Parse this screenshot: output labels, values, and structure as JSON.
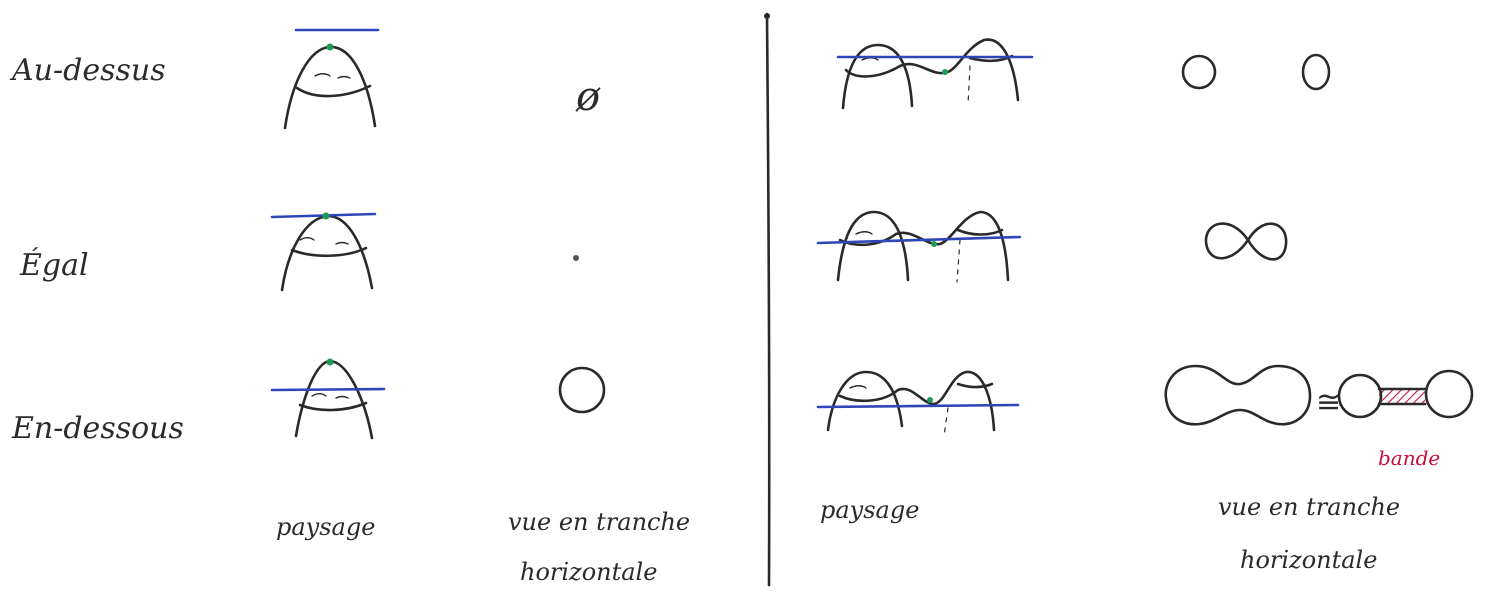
{
  "rows": [
    {
      "label": "Au-dessus",
      "left_slice": "ø"
    },
    {
      "label": "Égal"
    },
    {
      "label": "En-dessous"
    }
  ],
  "left_panel": {
    "col1_label": "paysage",
    "col2_label_line1": "vue en tranche",
    "col2_label_line2": "horizontale"
  },
  "right_panel": {
    "col1_label": "paysage",
    "col2_label_line1": "vue en tranche",
    "col2_label_line2": "horizontale",
    "equiv_symbol": "≅",
    "band_label": "bande"
  },
  "colors": {
    "ink": "#2a2a2a",
    "level_line": "#2f46b8",
    "critical_point": "#1f9a55",
    "band": "#c8103c"
  },
  "icons": [
    "mountain-sketch",
    "two-peak-landscape",
    "empty-set",
    "point",
    "circle",
    "figure-eight",
    "dumbbell",
    "band"
  ]
}
